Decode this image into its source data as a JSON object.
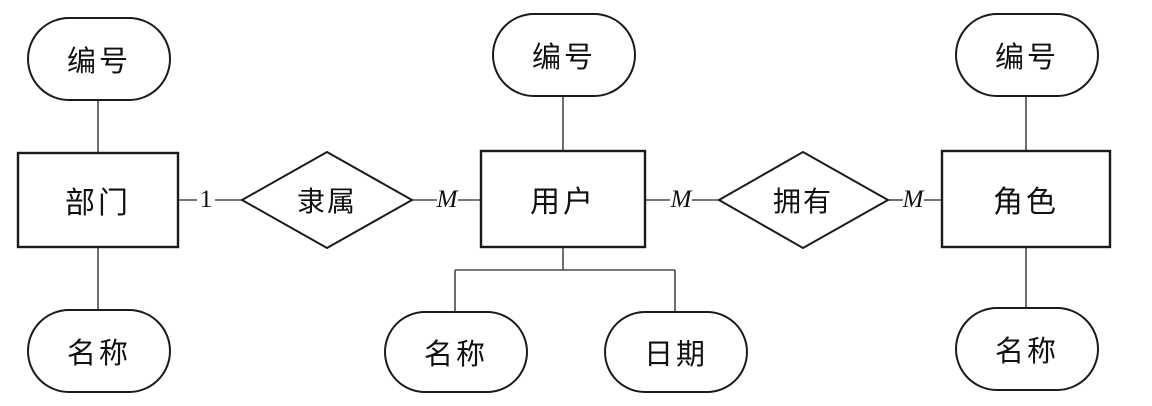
{
  "diagram": {
    "type": "entity-relationship-diagram",
    "title": "",
    "background_color": "#ffffff",
    "stroke_color": "#1a1a1a",
    "text_color": "#111111",
    "entities": [
      {
        "id": "department",
        "label": "部门",
        "attributes": [
          {
            "id": "dept-id",
            "label": "编号",
            "position": "top"
          },
          {
            "id": "dept-name",
            "label": "名称",
            "position": "bottom"
          }
        ]
      },
      {
        "id": "user",
        "label": "用户",
        "attributes": [
          {
            "id": "user-id",
            "label": "编号",
            "position": "top"
          },
          {
            "id": "user-name",
            "label": "名称",
            "position": "bottom-left"
          },
          {
            "id": "user-date",
            "label": "日期",
            "position": "bottom-right"
          }
        ]
      },
      {
        "id": "role",
        "label": "角色",
        "attributes": [
          {
            "id": "role-id",
            "label": "编号",
            "position": "top"
          },
          {
            "id": "role-name",
            "label": "名称",
            "position": "bottom"
          }
        ]
      }
    ],
    "relationships": [
      {
        "id": "belongs-to",
        "label": "隶属",
        "from": "department",
        "to": "user",
        "from_cardinality": "1",
        "to_cardinality": "M"
      },
      {
        "id": "owns",
        "label": "拥有",
        "from": "user",
        "to": "role",
        "from_cardinality": "M",
        "to_cardinality": "M"
      }
    ],
    "cardinality_labels": [
      {
        "id": "card-dept-1",
        "text": "1"
      },
      {
        "id": "card-user-left-m",
        "text": "M"
      },
      {
        "id": "card-user-right-m",
        "text": "M"
      },
      {
        "id": "card-role-m",
        "text": "M"
      }
    ]
  }
}
